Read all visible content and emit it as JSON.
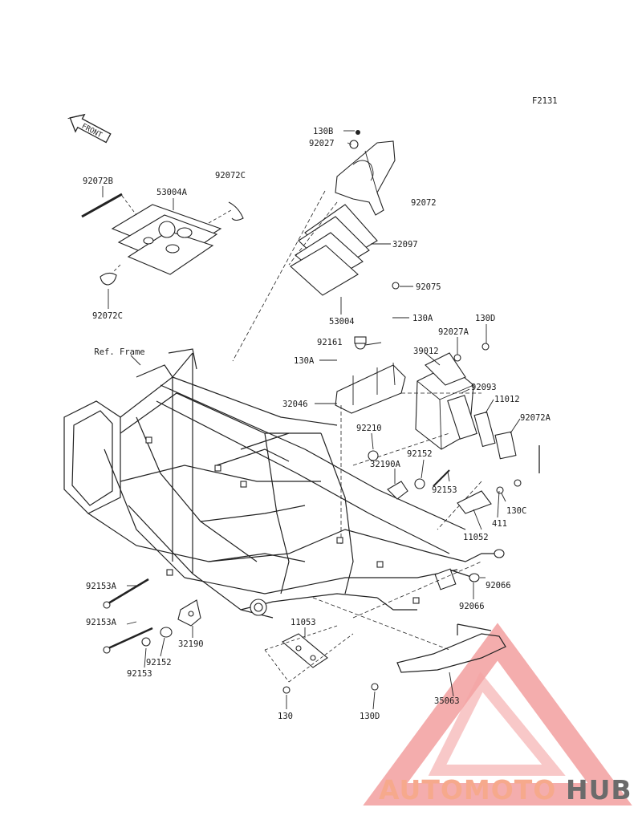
{
  "figure_id": "F2131",
  "front_arrow": "FRONT",
  "ref_frame_label": "Ref. Frame",
  "watermark": {
    "part1": "AUTOMOTO",
    "part2": "HUB",
    "color_light": "#f6a98c",
    "color_dark": "#6b6b6b",
    "triangle_color": "#f08a8a"
  },
  "labels": {
    "l_130B": "130B",
    "l_92027": "92027",
    "l_92072B": "92072B",
    "l_92072C_top": "92072C",
    "l_53004A": "53004A",
    "l_92072": "92072",
    "l_32097": "32097",
    "l_92075": "92075",
    "l_92072C_bot": "92072C",
    "l_53004": "53004",
    "l_130A_1": "130A",
    "l_130D_top": "130D",
    "l_92027A": "92027A",
    "l_92161": "92161",
    "l_39012": "39012",
    "l_130A_2": "130A",
    "l_92093": "92093",
    "l_11012": "11012",
    "l_32046": "32046",
    "l_92072A": "92072A",
    "l_92210": "92210",
    "l_92152_r": "92152",
    "l_32190A": "32190A",
    "l_92153_r": "92153",
    "l_130C": "130C",
    "l_411": "411",
    "l_11052": "11052",
    "l_92066_1": "92066",
    "l_92066_2": "92066",
    "l_92153A_1": "92153A",
    "l_92153A_2": "92153A",
    "l_32190": "32190",
    "l_92152_l": "92152",
    "l_92153_l": "92153",
    "l_11053": "11053",
    "l_130": "130",
    "l_130D_bot": "130D",
    "l_35063": "35063"
  }
}
